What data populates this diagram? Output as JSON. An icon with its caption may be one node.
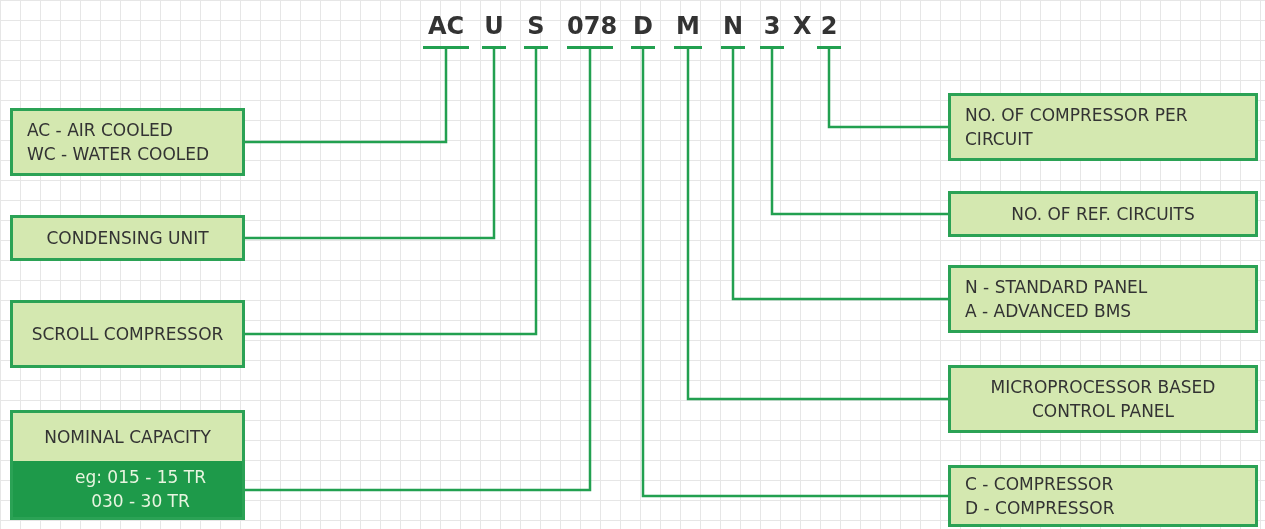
{
  "diagram": {
    "nodes": [
      {
        "text": [
          "AC"
        ]
      },
      {
        "text": [
          "U"
        ]
      },
      {
        "text": [
          "S"
        ]
      },
      {
        "text": [
          "078"
        ]
      },
      {
        "text": [
          "D"
        ]
      },
      {
        "text": [
          "M"
        ]
      },
      {
        "text": [
          "N"
        ]
      },
      {
        "text": [
          "3"
        ]
      },
      {
        "text": [
          "2"
        ]
      },
      {
        "text": [
          "AC - AIR COOLED",
          "WC - WATER COOLED"
        ]
      },
      {
        "text": [
          "CONDENSING UNIT"
        ]
      },
      {
        "text": [
          "SCROLL COMPRESSOR"
        ]
      },
      {
        "text": [
          "NOMINAL CAPACITY",
          "eg: 015 - 15 TR",
          "030 - 30 TR"
        ]
      },
      {
        "text": [
          "NO. OF COMPRESSOR PER CIRCUIT"
        ]
      },
      {
        "text": [
          "NO. OF REF. CIRCUITS"
        ]
      },
      {
        "text": [
          "N - STANDARD PANEL",
          "A - ADVANCED BMS"
        ]
      },
      {
        "text": [
          "MICROPROCESSOR BASED CONTROL PANEL"
        ]
      },
      {
        "text": [
          "C - COMPRESSOR",
          "D - COMPRESSOR"
        ]
      }
    ],
    "edges": [
      {
        "from": 0,
        "to": 9,
        "arrow": "none"
      },
      {
        "from": 1,
        "to": 10,
        "arrow": "none"
      },
      {
        "from": 2,
        "to": 11,
        "arrow": "none"
      },
      {
        "from": 3,
        "to": 12,
        "arrow": "none"
      },
      {
        "from": 8,
        "to": 13,
        "arrow": "none"
      },
      {
        "from": 7,
        "to": 14,
        "arrow": "none"
      },
      {
        "from": 6,
        "to": 15,
        "arrow": "none"
      },
      {
        "from": 5,
        "to": 16,
        "arrow": "none"
      },
      {
        "from": 4,
        "to": 17,
        "arrow": "none"
      }
    ],
    "labels": [
      "X"
    ]
  }
}
